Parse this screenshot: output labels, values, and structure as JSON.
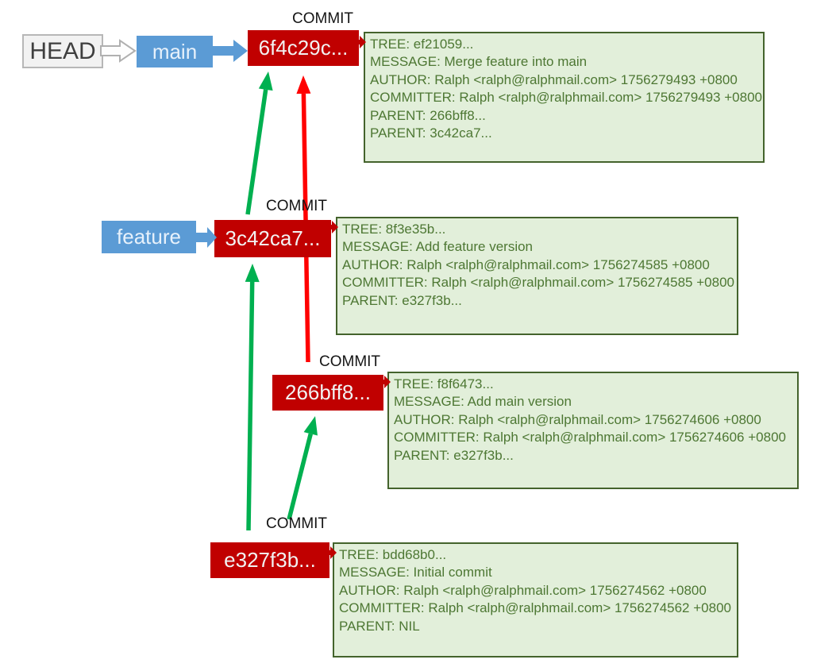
{
  "diagram_title": "git commit object graph",
  "head": {
    "label": "HEAD"
  },
  "branches": {
    "main": {
      "label": "main"
    },
    "feature": {
      "label": "feature"
    }
  },
  "commits": [
    {
      "caption": "COMMIT",
      "id": "6f4c29c...",
      "details": [
        "TREE: ef21059...",
        "MESSAGE: Merge feature into main",
        "AUTHOR: Ralph <ralph@ralphmail.com> 1756279493 +0800",
        "COMMITTER: Ralph <ralph@ralphmail.com> 1756279493 +0800",
        "PARENT: 266bff8...",
        "PARENT: 3c42ca7..."
      ]
    },
    {
      "caption": "COMMIT",
      "id": "3c42ca7...",
      "details": [
        "TREE: 8f3e35b...",
        "MESSAGE: Add feature version",
        "AUTHOR: Ralph <ralph@ralphmail.com> 1756274585 +0800",
        "COMMITTER: Ralph <ralph@ralphmail.com> 1756274585 +0800",
        "PARENT: e327f3b..."
      ]
    },
    {
      "caption": "COMMIT",
      "id": "266bff8...",
      "details": [
        "TREE: f8f6473...",
        "MESSAGE: Add main version",
        "AUTHOR: Ralph <ralph@ralphmail.com> 1756274606 +0800",
        "COMMITTER: Ralph <ralph@ralphmail.com> 1756274606 +0800",
        "PARENT: e327f3b..."
      ]
    },
    {
      "caption": "COMMIT",
      "id": "e327f3b...",
      "details": [
        "TREE: bdd68b0...",
        "MESSAGE: Initial commit",
        "AUTHOR: Ralph <ralph@ralphmail.com> 1756274562 +0800",
        "COMMITTER: Ralph <ralph@ralphmail.com> 1756274562 +0800",
        "PARENT: NIL"
      ]
    }
  ],
  "colors": {
    "commit_box": "#c00000",
    "branch_box": "#5b9bd5",
    "head_box_bg": "#f2f2f2",
    "info_box_bg": "#e2efda",
    "info_box_border": "#44632c",
    "info_text": "#4d7733",
    "green_arrow": "#00b050",
    "red_arrow": "#ff0000"
  }
}
